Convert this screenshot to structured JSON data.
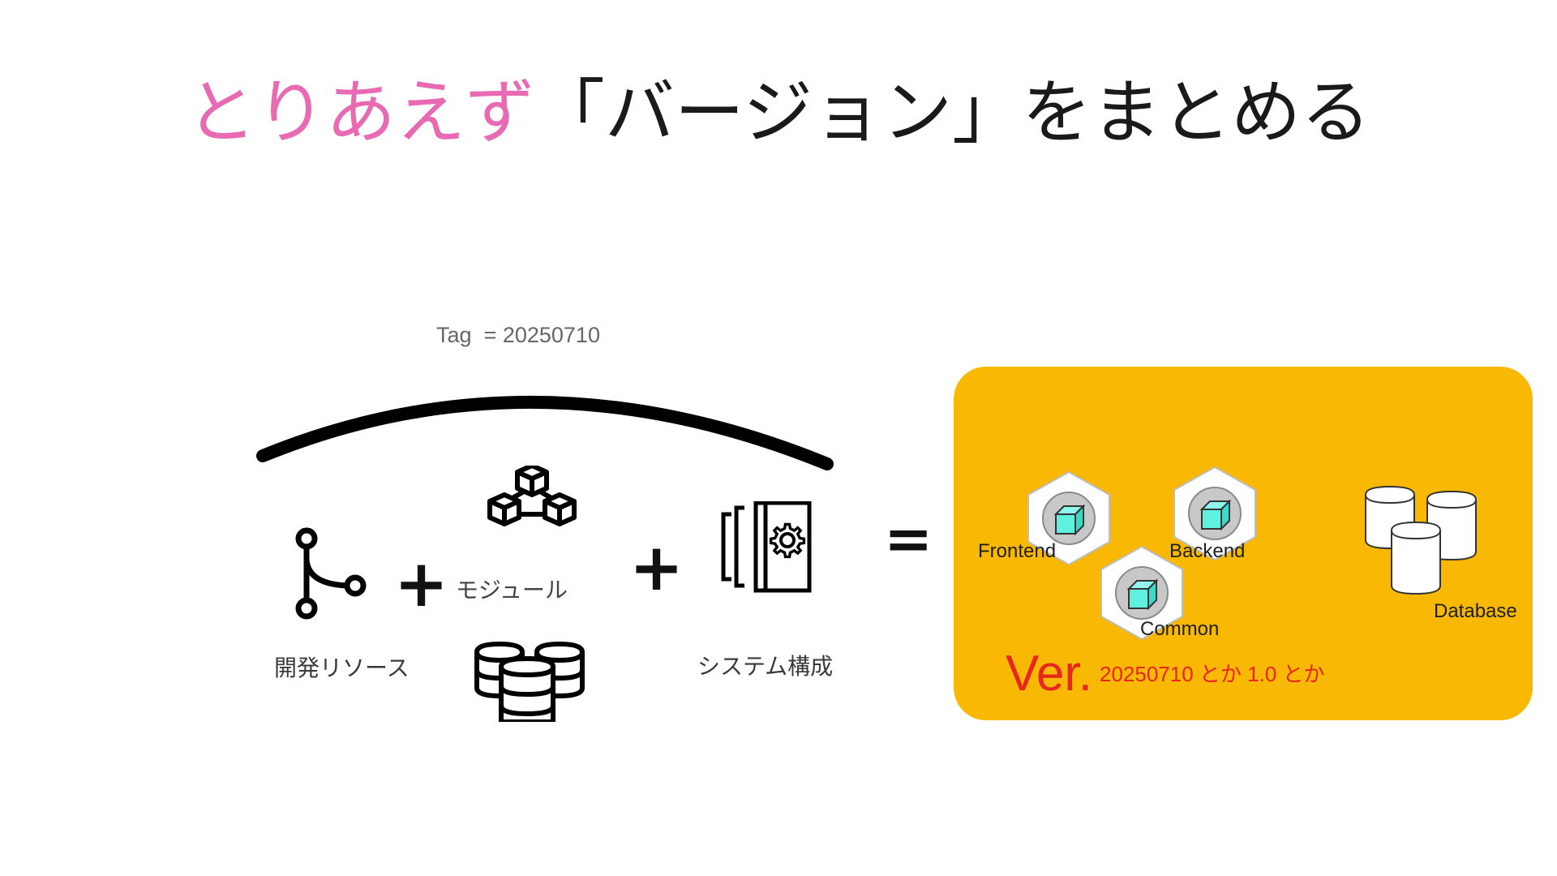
{
  "title": {
    "accent": "とりあえず",
    "rest": "「バージョン」をまとめる"
  },
  "tag": {
    "label": "Tag",
    "value": "= 20250710"
  },
  "components": {
    "dev_resources_label": "開発リソース",
    "module_label": "モジュール",
    "system_config_label": "システム構成"
  },
  "operators": {
    "plus": "+",
    "equals": "="
  },
  "version_panel": {
    "frontend": "Frontend",
    "backend": "Backend",
    "common": "Common",
    "database": "Database",
    "ver_prefix": "Ver.",
    "ver_detail": "20250710 とか 1.0 とか"
  },
  "icons": {
    "dev_resources": "git-branch-icon",
    "module": "module-blocks-icon",
    "database_stack": "database-stack-icon",
    "system_config": "system-config-gear-icon",
    "service_hexagon": "hexagon-cube-icon",
    "database_cylinder": "database-cylinder-icon"
  },
  "colors": {
    "accent_pink": "#e86ab2",
    "panel_yellow": "#f8b803",
    "version_red": "#e8261e",
    "cube_cyan": "#5ff0e0"
  }
}
